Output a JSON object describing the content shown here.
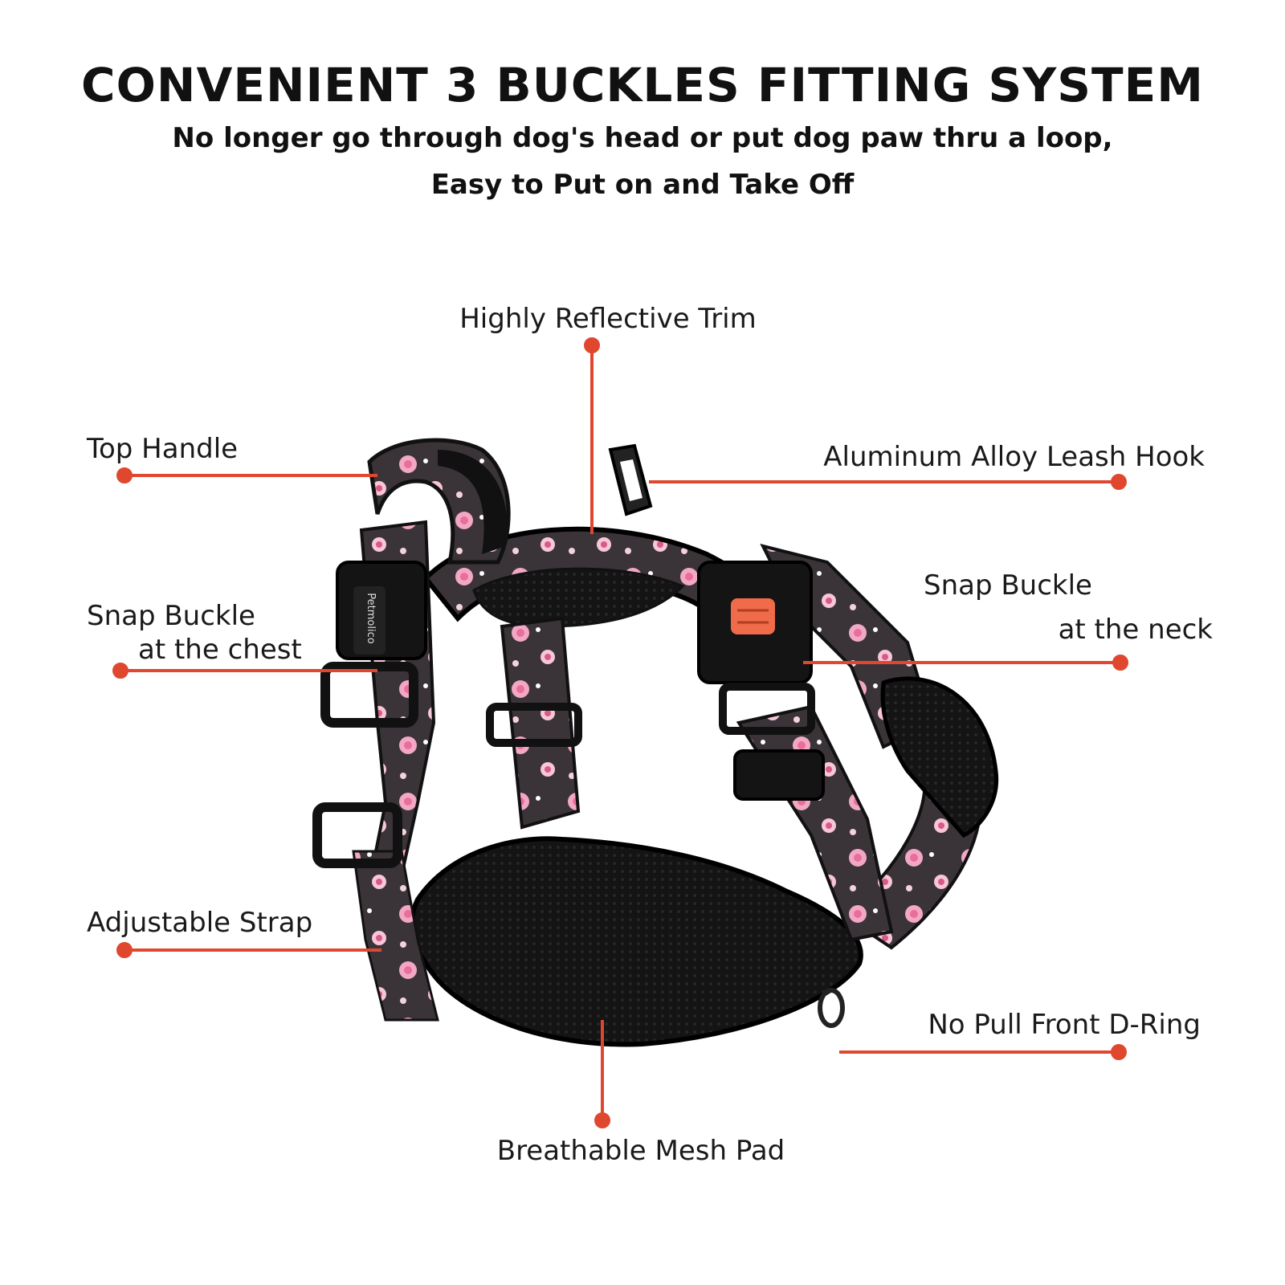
{
  "header": {
    "title": "CONVENIENT 3 BUCKLES FITTING SYSTEM",
    "subtitle_line1": "No longer go through dog's head or put dog paw thru a loop,",
    "subtitle_line2": "Easy to Put on and Take Off"
  },
  "callouts": {
    "reflective_trim": "Highly Reflective Trim",
    "top_handle": "Top Handle",
    "leash_hook": "Aluminum Alloy Leash Hook",
    "chest_buckle_line1": "Snap Buckle",
    "chest_buckle_line2": "at the chest",
    "neck_buckle_line1": "Snap Buckle",
    "neck_buckle_line2": "at the neck",
    "adjustable_strap": "Adjustable Strap",
    "front_d_ring": "No Pull Front D-Ring",
    "mesh_pad": "Breathable Mesh Pad"
  },
  "product": {
    "brand_on_buckle": "Petmolico"
  },
  "colors": {
    "callout_line": "#e0472f",
    "strap_base": "#3a3438",
    "floral": "#f2a8c4",
    "mesh": "#141414",
    "buckle_release": "#ef6b4a"
  }
}
